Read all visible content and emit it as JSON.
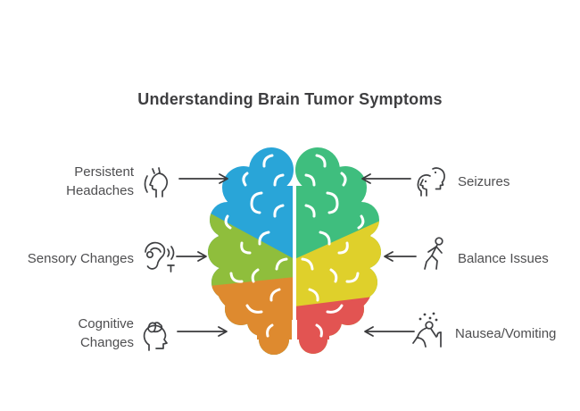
{
  "title": "Understanding Brain Tumor Symptoms",
  "brain_colors": {
    "top_left": "#29A5D8",
    "top_right": "#3FBE7E",
    "mid_left": "#8FBE3C",
    "mid_right": "#DFD02B",
    "bottom_left": "#DE8A2F",
    "bottom_right": "#E25452"
  },
  "text_color": "#4E4E50",
  "line_color": "#3F4043",
  "left_items": [
    {
      "label": "Persistent Headaches",
      "icon": "headache-icon",
      "arrow": "right"
    },
    {
      "label": "Sensory Changes",
      "icon": "hearing-icon",
      "arrow": "right"
    },
    {
      "label": "Cognitive Changes",
      "icon": "cognitive-icon",
      "arrow": "right"
    }
  ],
  "right_items": [
    {
      "label": "Seizures",
      "icon": "seizures-icon",
      "arrow": "left"
    },
    {
      "label": "Balance Issues",
      "icon": "balance-icon",
      "arrow": "left"
    },
    {
      "label": "Nausea/Vomiting",
      "icon": "nausea-icon",
      "arrow": "left"
    }
  ]
}
